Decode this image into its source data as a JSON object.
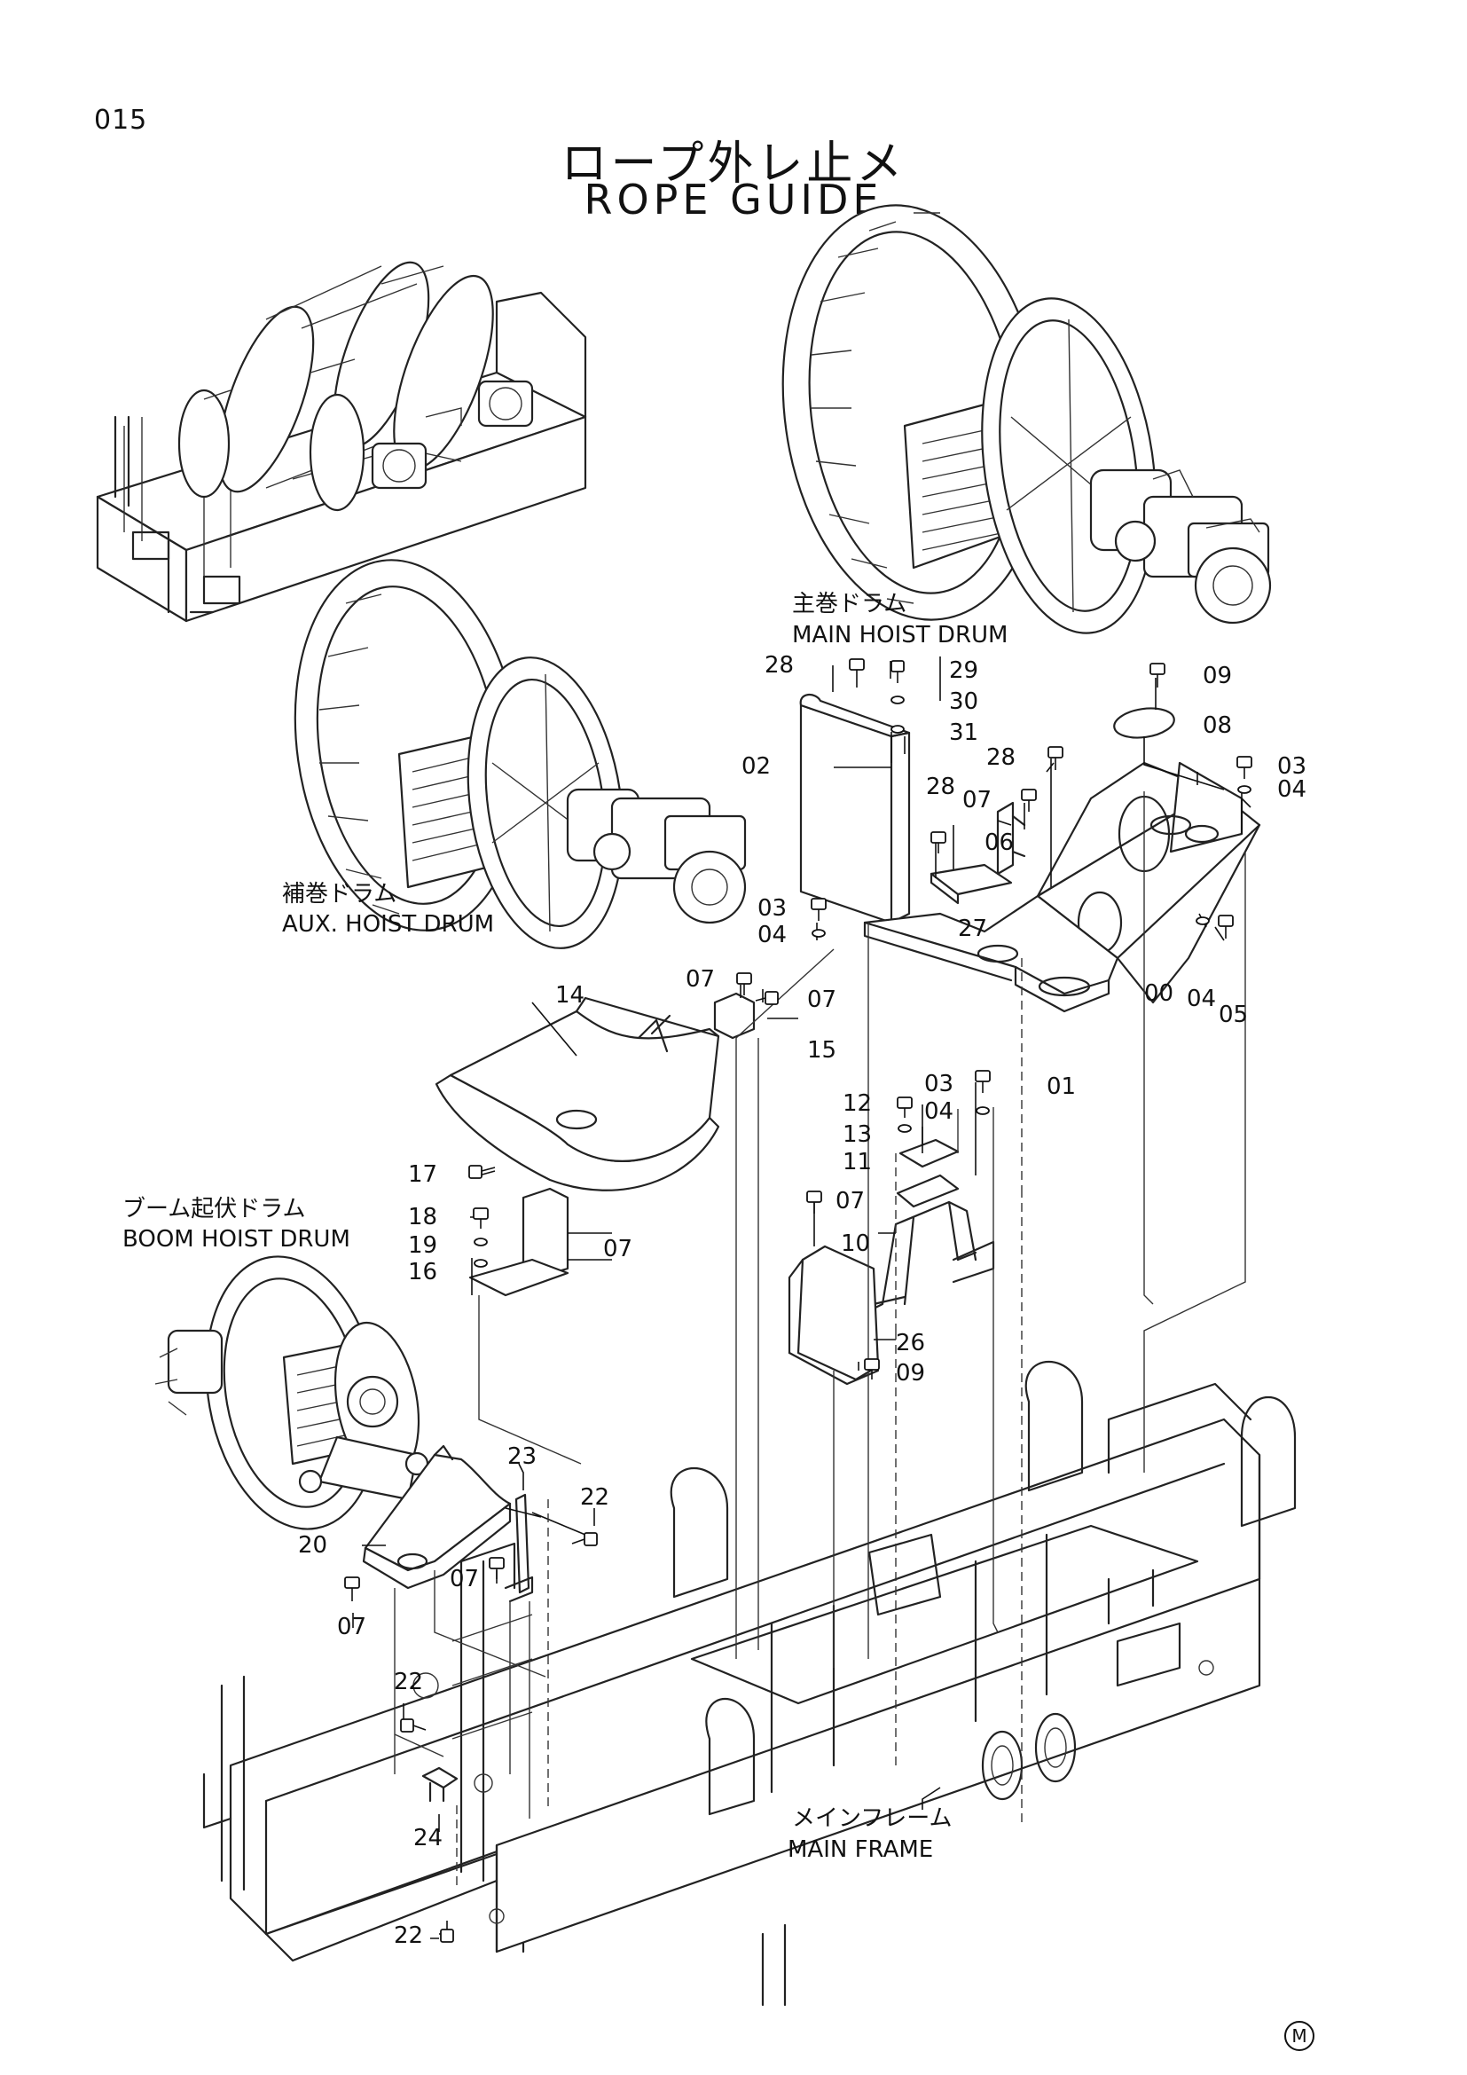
{
  "page_number": "015",
  "title_jp": "ロープ外レ止メ",
  "title_en": "ROPE GUIDE",
  "mark": "M",
  "assemblies": {
    "main_hoist_jp": "主巻ドラム",
    "main_hoist_en": "MAIN HOIST DRUM",
    "aux_hoist_jp": "補巻ドラム",
    "aux_hoist_en": "AUX. HOIST DRUM",
    "boom_hoist_jp": "ブーム起伏ドラム",
    "boom_hoist_en": "BOOM HOIST DRUM",
    "main_frame_jp": "メインフレーム",
    "main_frame_en": "MAIN FRAME"
  },
  "callouts": [
    {
      "id": "c28a",
      "text": "28"
    },
    {
      "id": "c29",
      "text": "29"
    },
    {
      "id": "c30",
      "text": "30"
    },
    {
      "id": "c31",
      "text": "31"
    },
    {
      "id": "c09a",
      "text": "09"
    },
    {
      "id": "c08",
      "text": "08"
    },
    {
      "id": "c02",
      "text": "02"
    },
    {
      "id": "c28b",
      "text": "28"
    },
    {
      "id": "c03a",
      "text": "03"
    },
    {
      "id": "c04a",
      "text": "04"
    },
    {
      "id": "c07a",
      "text": "07"
    },
    {
      "id": "c28c",
      "text": "28"
    },
    {
      "id": "c06",
      "text": "06"
    },
    {
      "id": "c03b",
      "text": "03"
    },
    {
      "id": "c04b",
      "text": "04"
    },
    {
      "id": "c27",
      "text": "27"
    },
    {
      "id": "c04c",
      "text": "04"
    },
    {
      "id": "c05",
      "text": "05"
    },
    {
      "id": "c00",
      "text": "00"
    },
    {
      "id": "c01",
      "text": "01"
    },
    {
      "id": "c14",
      "text": "14"
    },
    {
      "id": "c07b",
      "text": "07"
    },
    {
      "id": "c07c",
      "text": "07"
    },
    {
      "id": "c15",
      "text": "15"
    },
    {
      "id": "c03c",
      "text": "03"
    },
    {
      "id": "c12",
      "text": "12"
    },
    {
      "id": "c04d",
      "text": "04"
    },
    {
      "id": "c13",
      "text": "13"
    },
    {
      "id": "c11",
      "text": "11"
    },
    {
      "id": "c07d",
      "text": "07"
    },
    {
      "id": "c17",
      "text": "17"
    },
    {
      "id": "c18",
      "text": "18"
    },
    {
      "id": "c19",
      "text": "19"
    },
    {
      "id": "c16",
      "text": "16"
    },
    {
      "id": "c07e",
      "text": "07"
    },
    {
      "id": "c10",
      "text": "10"
    },
    {
      "id": "c26",
      "text": "26"
    },
    {
      "id": "c09b",
      "text": "09"
    },
    {
      "id": "c23",
      "text": "23"
    },
    {
      "id": "c22a",
      "text": "22"
    },
    {
      "id": "c20",
      "text": "20"
    },
    {
      "id": "c07f",
      "text": "07"
    },
    {
      "id": "c07g",
      "text": "07"
    },
    {
      "id": "c22b",
      "text": "22"
    },
    {
      "id": "c24",
      "text": "24"
    },
    {
      "id": "c22c",
      "text": "22"
    }
  ]
}
